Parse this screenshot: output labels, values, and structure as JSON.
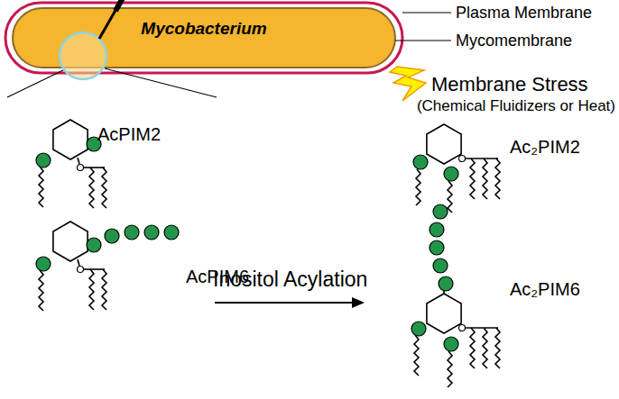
{
  "diagram": {
    "nodes": [
      {
        "text": [
          "Mycobacterium"
        ]
      }
    ],
    "labels": [
      "Plasma Membrane",
      "Mycomembrane",
      "Membrane Stress",
      "(Chemical Fluidizers or Heat)",
      "AcPIM2",
      "AcPIM6",
      "Inositol Acylation",
      "Ac₂PIM2",
      "Ac₂PIM6"
    ]
  }
}
